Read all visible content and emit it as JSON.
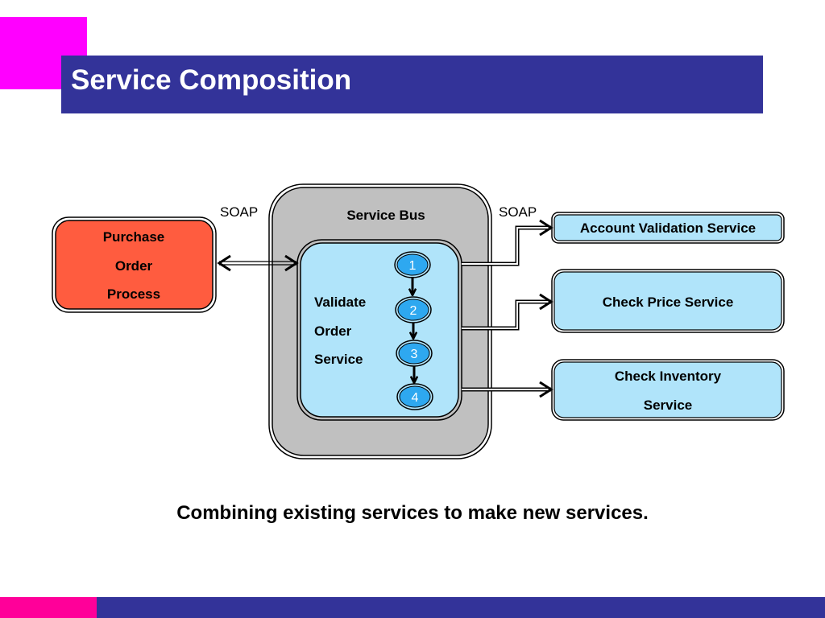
{
  "slide": {
    "title": "Service Composition",
    "caption": "Combining existing services to make new services."
  },
  "colors": {
    "title_bar": "#333399",
    "accent_top": "#ff00ff",
    "accent_bottom": "#ff0099",
    "purchase_box": "#ff5c3f",
    "service_bus": "#c0c0c0",
    "service_box": "#b0e4fa",
    "step_circle": "#2ea8f0"
  },
  "diagram": {
    "purchase_process": {
      "lines": [
        "Purchase",
        "Order",
        "Process"
      ]
    },
    "soap_left": "SOAP",
    "soap_right": "SOAP",
    "service_bus": {
      "label": "Service Bus"
    },
    "validate_order": {
      "lines": [
        "Validate",
        "Order",
        "Service"
      ]
    },
    "steps": [
      "1",
      "2",
      "3",
      "4"
    ],
    "services": {
      "account_validation": {
        "lines": [
          "Account Validation Service"
        ]
      },
      "check_price": {
        "lines": [
          "Check Price Service"
        ]
      },
      "check_inventory": {
        "lines": [
          "Check Inventory",
          "Service"
        ]
      }
    }
  }
}
